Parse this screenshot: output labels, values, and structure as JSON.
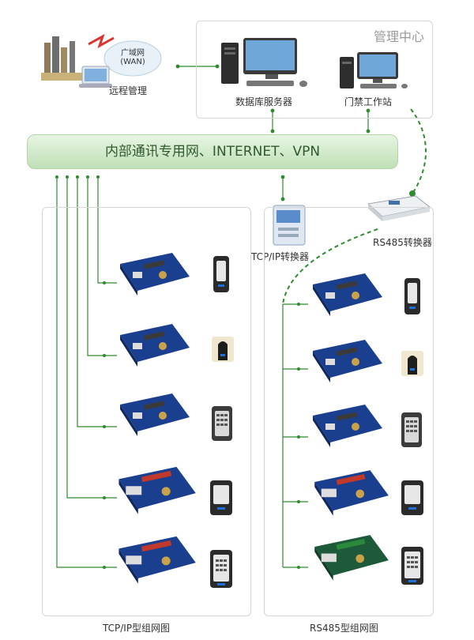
{
  "management_center": {
    "title": "管理中心",
    "db_server_label": "数据库服务器",
    "access_station_label": "门禁工作站"
  },
  "remote": {
    "wan_label_line1": "广域网",
    "wan_label_line2": "(WAN)",
    "remote_label": "远程管理"
  },
  "network_bar": {
    "label": "内部通讯专用网、INTERNET、VPN"
  },
  "converters": {
    "tcpip_label": "TCP/IP转换器",
    "rs485_label": "RS485转换器"
  },
  "captions": {
    "tcpip_network": "TCP/IP型组网图",
    "rs485_network": "RS485型组网图"
  },
  "colors": {
    "link": "#2e8b2e",
    "board": "#1b3f8f",
    "bar": "#c9e7c1"
  }
}
